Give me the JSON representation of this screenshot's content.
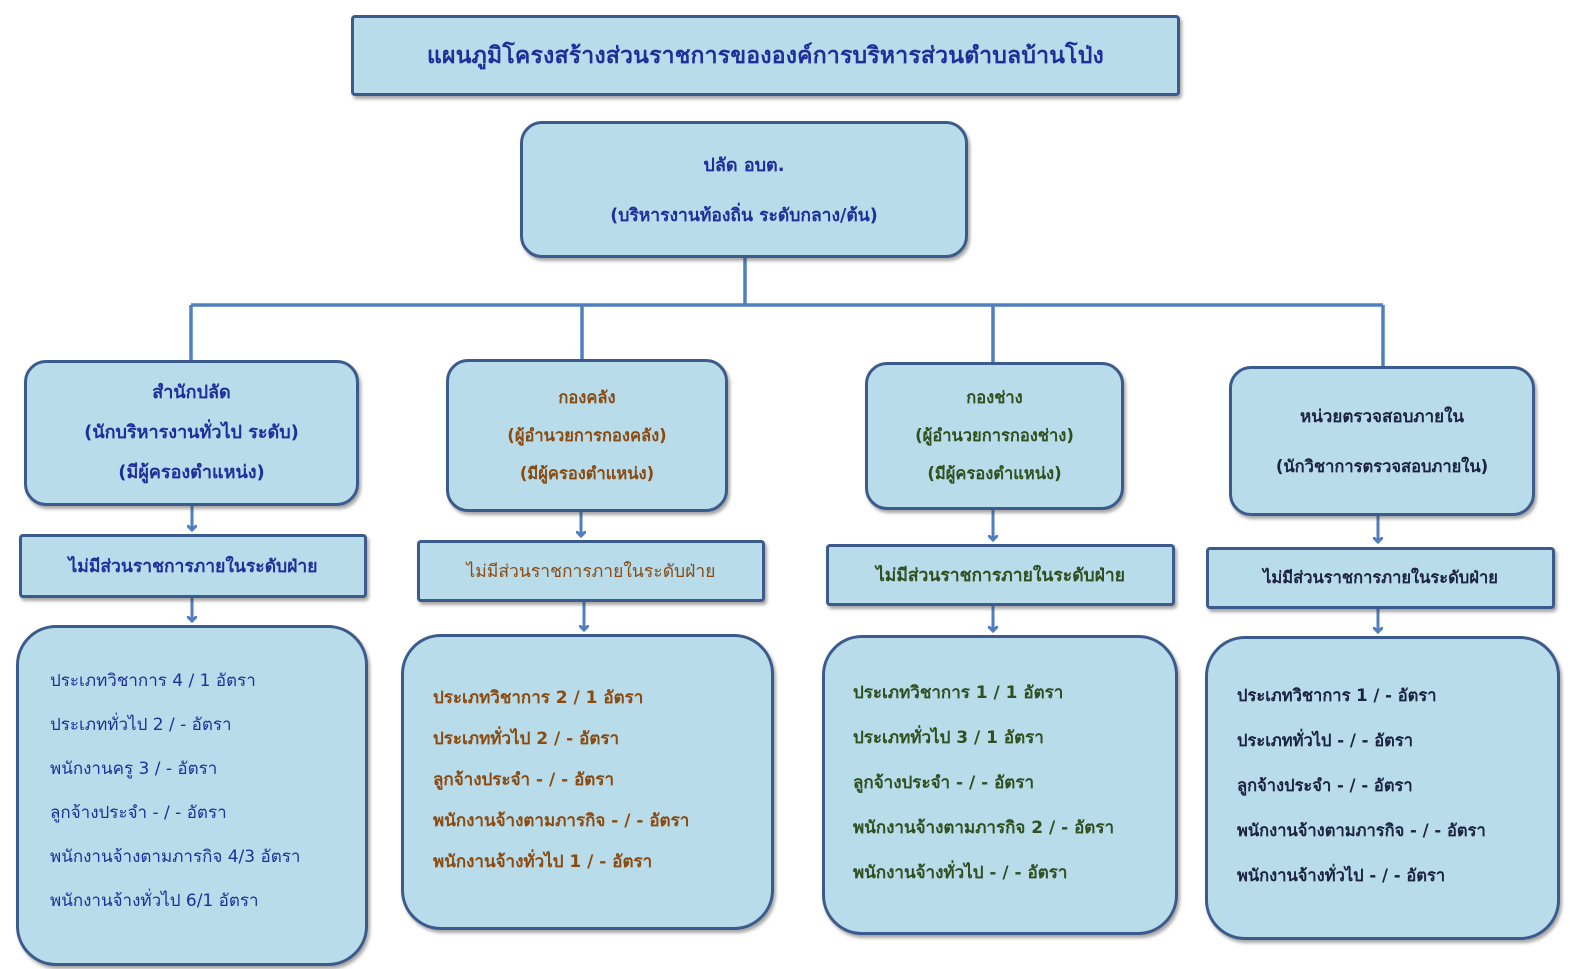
{
  "title": "แผนภูมิโครงสร้างส่วนราชการขององค์การบริหารส่วนตำบลบ้านโป่ง",
  "root": {
    "line1": "ปลัด อบต.",
    "line2": "(บริหารงานท้องถิ่น ระดับกลาง/ต้น)"
  },
  "departments": [
    {
      "name": "สำนักปลัด",
      "line2": "(นักบริหารงานทั่วไป ระดับ)",
      "line3": "(มีผู้ครองตำแหน่ง)",
      "division": "ไม่มีส่วนราชการภายในระดับฝ่าย",
      "staff": [
        "ประเภทวิชาการ  4 / 1 อัตรา",
        "ประเภททั่วไป     2 / - อัตรา",
        "พนักงานครู        3 / - อัตรา",
        "ลูกจ้างประจำ     - / - อัตรา",
        "พนักงานจ้างตามภารกิจ 4/3 อัตรา",
        "พนักงานจ้างทั่วไป        6/1 อัตรา"
      ]
    },
    {
      "name": "กองคลัง",
      "line2": "(ผู้อำนวยการกองคลัง)",
      "line3": "(มีผู้ครองตำแหน่ง)",
      "division": "ไม่มีส่วนราชการภายในระดับฝ่าย",
      "staff": [
        "ประเภทวิชาการ 2 / 1 อัตรา",
        "ประเภททั่วไป     2 / - อัตรา",
        "ลูกจ้างประจำ     - / - อัตรา",
        "พนักงานจ้างตามภารกิจ - / - อัตรา",
        "พนักงานจ้างทั่วไป         1 / - อัตรา"
      ]
    },
    {
      "name": "กองช่าง",
      "line2": "(ผู้อำนวยการกองช่าง)",
      "line3": "(มีผู้ครองตำแหน่ง)",
      "division": "ไม่มีส่วนราชการภายในระดับฝ่าย",
      "staff": [
        "ประเภทวิชาการ   1 / 1 อัตรา",
        "ประเภททั่วไป      3 / 1 อัตรา",
        "ลูกจ้างประจำ     - / - อัตรา",
        "พนักงานจ้างตามภารกิจ  2 / - อัตรา",
        "พนักงานจ้างทั่วไป    - / - อัตรา"
      ]
    },
    {
      "name": "หน่วยตรวจสอบภายใน",
      "line2": "",
      "line3": "(นักวิชาการตรวจสอบภายใน)",
      "division": "ไม่มีส่วนราชการภายในระดับฝ่าย",
      "staff": [
        "ประเภทวิชาการ  1 / -  อัตรา",
        "ประเภททั่วไป     - / -  อัตรา",
        "ลูกจ้างประจำ     - / -  อัตรา",
        "พนักงานจ้างตามภารกิจ  - / - อัตรา",
        "พนักงานจ้างทั่วไป      - / -  อัตรา"
      ]
    }
  ],
  "colors": {
    "box_fill": "#b8dcea",
    "box_border": "#3b5b8c",
    "connector": "#4f7fbf",
    "text_blue": "#1f2f9a",
    "text_brown": "#8a4a10",
    "text_green": "#2f4f1f",
    "text_dark": "#1b2340"
  }
}
